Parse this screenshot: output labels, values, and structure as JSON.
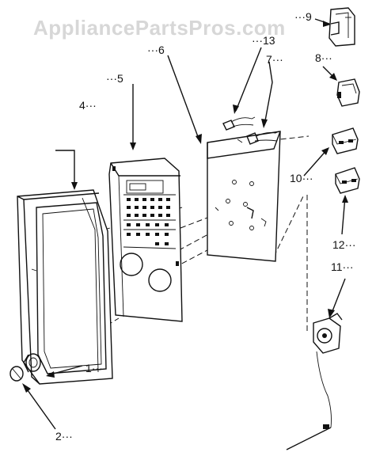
{
  "watermark": "AppliancePartsPros.com",
  "parts": [
    {
      "id": "p1",
      "label": "1···"
    },
    {
      "id": "p2",
      "label": "2···"
    },
    {
      "id": "p4",
      "label": "4···"
    },
    {
      "id": "p5",
      "label": "···5"
    },
    {
      "id": "p6",
      "label": "···6"
    },
    {
      "id": "p7",
      "label": "7···"
    },
    {
      "id": "p8",
      "label": "8···"
    },
    {
      "id": "p9",
      "label": "···9"
    },
    {
      "id": "p10",
      "label": "10···"
    },
    {
      "id": "p11",
      "label": "11···"
    },
    {
      "id": "p12",
      "label": "12···"
    },
    {
      "id": "p13",
      "label": "···13"
    }
  ]
}
